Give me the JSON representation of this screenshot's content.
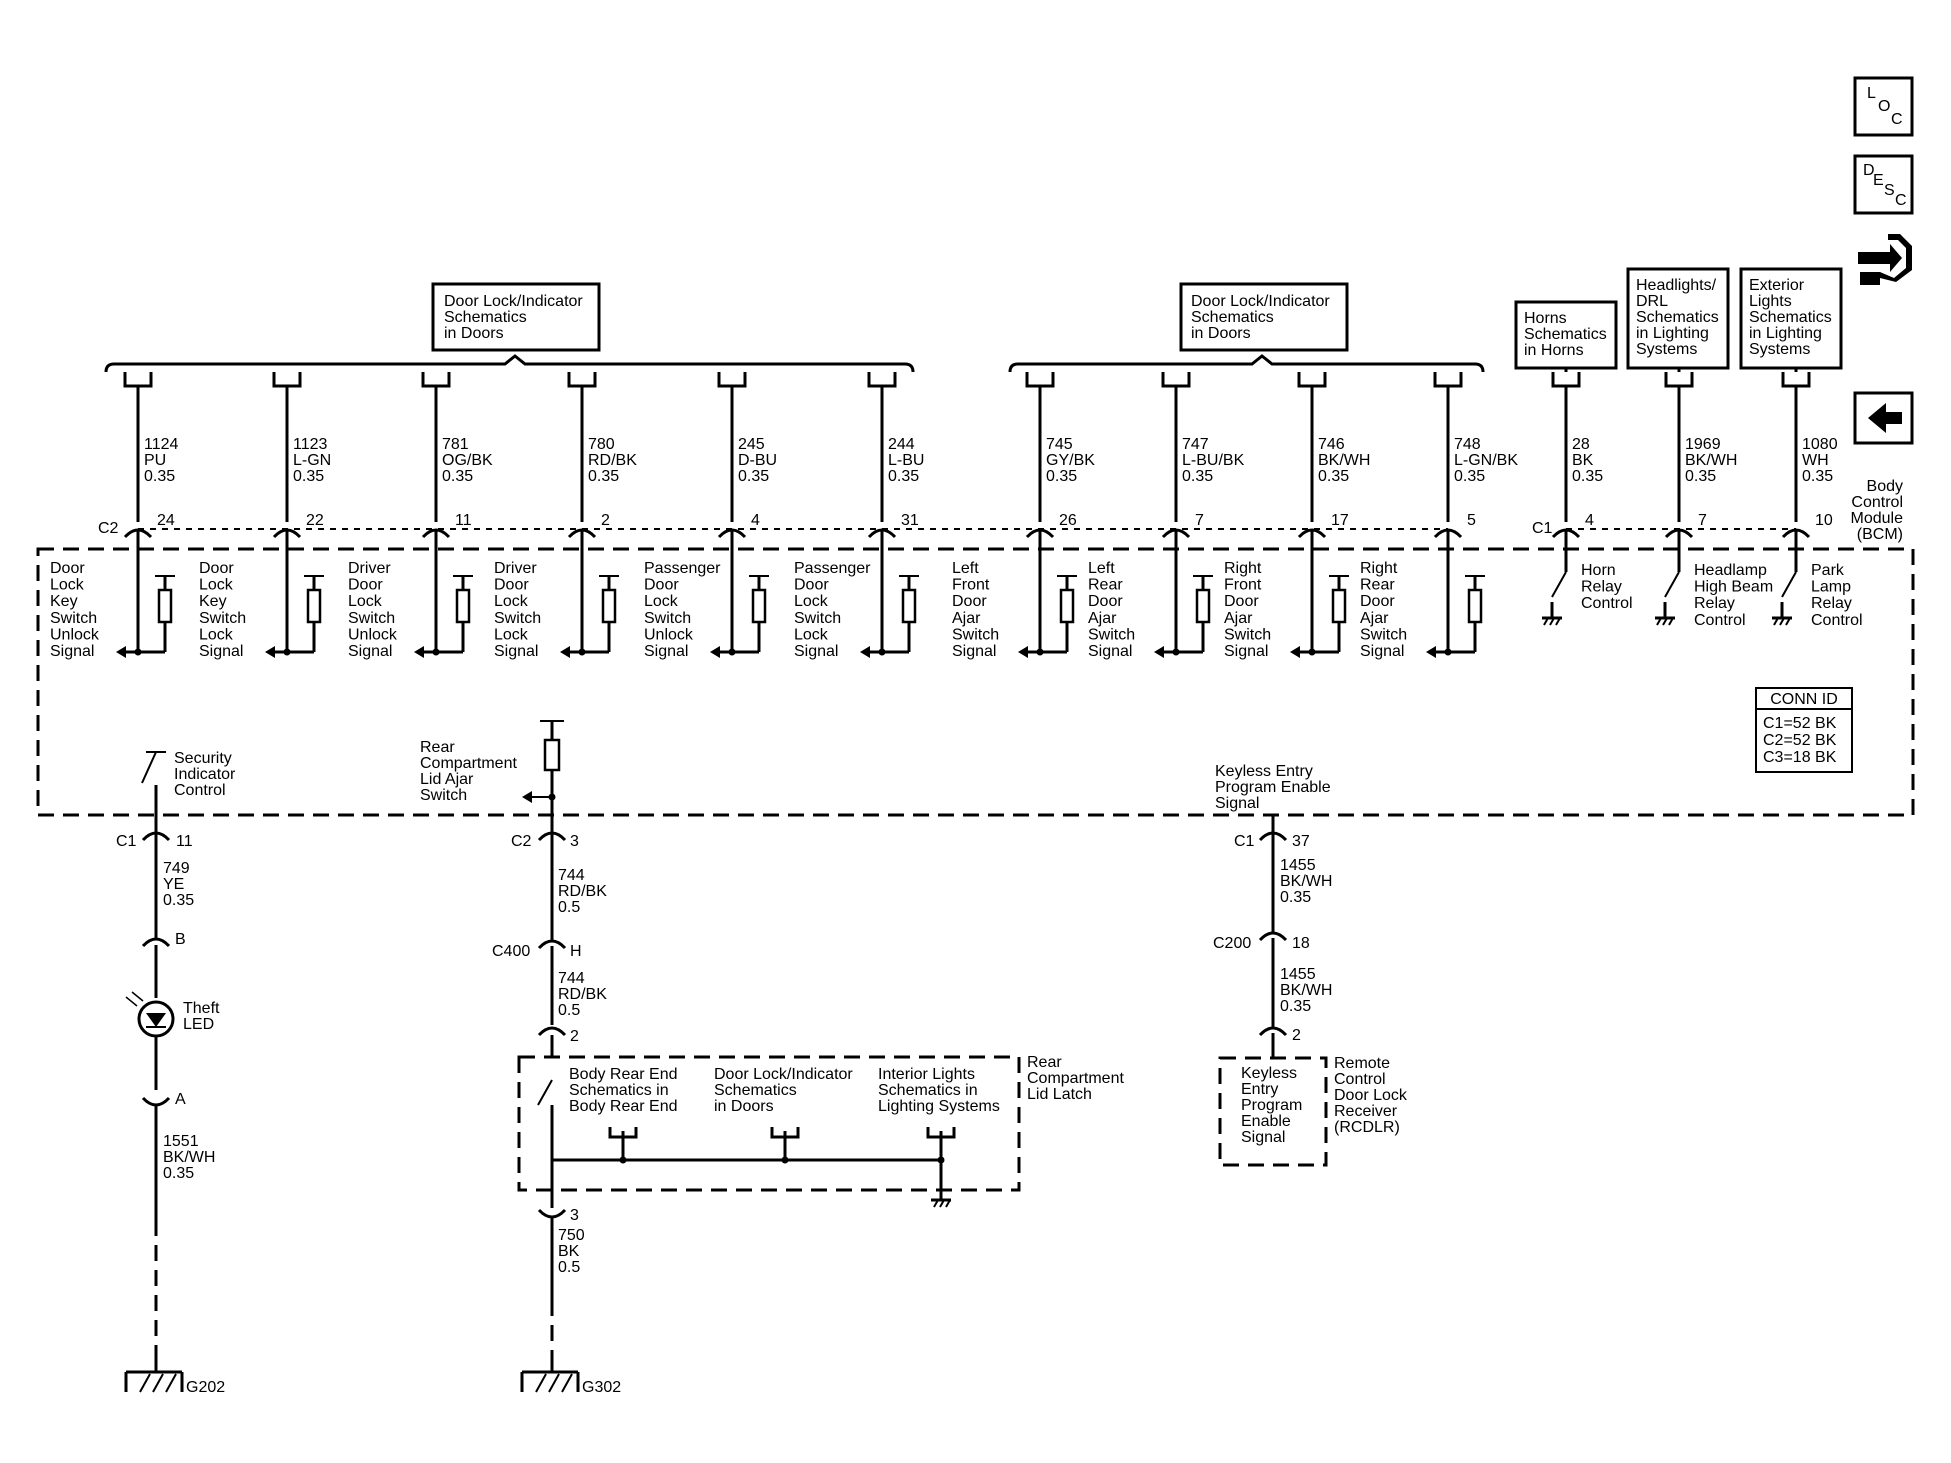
{
  "nav": {
    "loc": [
      "L",
      "O",
      "C"
    ],
    "desc": [
      "D",
      "E",
      "S",
      "C"
    ],
    "back_icon": "left-arrow-icon",
    "connector_icon": "connector-plug-icon"
  },
  "refboxes": {
    "door_lock_left": [
      "Door Lock/Indicator",
      "Schematics",
      "in Doors"
    ],
    "door_lock_right": [
      "Door Lock/Indicator",
      "Schematics",
      "in Doors"
    ],
    "horns": [
      "Horns",
      "Schematics",
      "in Horns"
    ],
    "headlights": [
      "Headlights/",
      "DRL",
      "Schematics",
      "in Lighting",
      "Systems"
    ],
    "exterior": [
      "Exterior",
      "Lights",
      "Schematics",
      "in Lighting",
      "Systems"
    ]
  },
  "bcm": {
    "title": [
      "Body",
      "Control",
      "Module",
      "(BCM)"
    ],
    "conn_id_title": "CONN ID",
    "conn_ids": [
      "C1=52 BK",
      "C2=52 BK",
      "C3=18 BK"
    ],
    "c2_label": "C2",
    "c1_label": "C1"
  },
  "top_wires": [
    {
      "circuit": "1124",
      "color": "PU",
      "gauge": "0.35",
      "pin": "24",
      "signal": [
        "Door",
        "Lock",
        "Key",
        "Switch",
        "Unlock",
        "Signal"
      ]
    },
    {
      "circuit": "1123",
      "color": "L-GN",
      "gauge": "0.35",
      "pin": "22",
      "signal": [
        "Door",
        "Lock",
        "Key",
        "Switch",
        "Lock",
        "Signal"
      ]
    },
    {
      "circuit": "781",
      "color": "OG/BK",
      "gauge": "0.35",
      "pin": "11",
      "signal": [
        "Driver",
        "Door",
        "Lock",
        "Switch",
        "Unlock",
        "Signal"
      ]
    },
    {
      "circuit": "780",
      "color": "RD/BK",
      "gauge": "0.35",
      "pin": "2",
      "signal": [
        "Driver",
        "Door",
        "Lock",
        "Switch",
        "Lock",
        "Signal"
      ]
    },
    {
      "circuit": "245",
      "color": "D-BU",
      "gauge": "0.35",
      "pin": "4",
      "signal": [
        "Passenger",
        "Door",
        "Lock",
        "Switch",
        "Unlock",
        "Signal"
      ]
    },
    {
      "circuit": "244",
      "color": "L-BU",
      "gauge": "0.35",
      "pin": "31",
      "signal": [
        "Passenger",
        "Door",
        "Lock",
        "Switch",
        "Lock",
        "Signal"
      ]
    },
    {
      "circuit": "745",
      "color": "GY/BK",
      "gauge": "0.35",
      "pin": "26",
      "signal": [
        "Left",
        "Front",
        "Door",
        "Ajar",
        "Switch",
        "Signal"
      ]
    },
    {
      "circuit": "747",
      "color": "L-BU/BK",
      "gauge": "0.35",
      "pin": "7",
      "signal": [
        "Left",
        "Rear",
        "Door",
        "Ajar",
        "Switch",
        "Signal"
      ]
    },
    {
      "circuit": "746",
      "color": "BK/WH",
      "gauge": "0.35",
      "pin": "17",
      "signal": [
        "Right",
        "Front",
        "Door",
        "Ajar",
        "Switch",
        "Signal"
      ]
    },
    {
      "circuit": "748",
      "color": "L-GN/BK",
      "gauge": "0.35",
      "pin": "5",
      "signal": [
        "Right",
        "Rear",
        "Door",
        "Ajar",
        "Switch",
        "Signal"
      ]
    }
  ],
  "relay_wires": [
    {
      "circuit": "28",
      "color": "BK",
      "gauge": "0.35",
      "pin": "4",
      "signal": [
        "Horn",
        "Relay",
        "Control"
      ]
    },
    {
      "circuit": "1969",
      "color": "BK/WH",
      "gauge": "0.35",
      "pin": "7",
      "signal": [
        "Headlamp",
        "High Beam",
        "Relay",
        "Control"
      ]
    },
    {
      "circuit": "1080",
      "color": "WH",
      "gauge": "0.35",
      "pin": "10",
      "signal": [
        "Park",
        "Lamp",
        "Relay",
        "Control"
      ]
    }
  ],
  "security": {
    "signal": [
      "Security",
      "Indicator",
      "Control"
    ],
    "conn": "C1",
    "pin": "11",
    "wire1": [
      "749",
      "YE",
      "0.35"
    ],
    "pin_b": "B",
    "led": [
      "Theft",
      "LED"
    ],
    "pin_a": "A",
    "wire2": [
      "1551",
      "BK/WH",
      "0.35"
    ],
    "ground": "G202"
  },
  "rear_lid": {
    "signal": [
      "Rear",
      "Compartment",
      "Lid Ajar",
      "Switch"
    ],
    "conn": "C2",
    "pin": "3",
    "wire1": [
      "744",
      "RD/BK",
      "0.5"
    ],
    "c400": "C400",
    "c400_pin": "H",
    "wire2": [
      "744",
      "RD/BK",
      "0.5"
    ],
    "latch_pin": "2",
    "latch_title": [
      "Rear",
      "Compartment",
      "Lid Latch"
    ],
    "refs": [
      [
        "Body Rear End",
        "Schematics in",
        "Body Rear End"
      ],
      [
        "Door Lock/Indicator",
        "Schematics",
        "in Doors"
      ],
      [
        "Interior Lights",
        "Schematics in",
        "Lighting Systems"
      ]
    ],
    "ground_pin": "3",
    "wire3": [
      "750",
      "BK",
      "0.5"
    ],
    "ground": "G302"
  },
  "keyless": {
    "signal": [
      "Keyless Entry",
      "Program Enable",
      "Signal"
    ],
    "conn": "C1",
    "pin": "37",
    "wire1": [
      "1455",
      "BK/WH",
      "0.35"
    ],
    "c200": "C200",
    "c200_pin": "18",
    "wire2": [
      "1455",
      "BK/WH",
      "0.35"
    ],
    "rcdlr_pin": "2",
    "rcdlr_box": [
      "Keyless",
      "Entry",
      "Program",
      "Enable",
      "Signal"
    ],
    "rcdlr_title": [
      "Remote",
      "Control",
      "Door Lock",
      "Receiver",
      "(RCDLR)"
    ]
  }
}
